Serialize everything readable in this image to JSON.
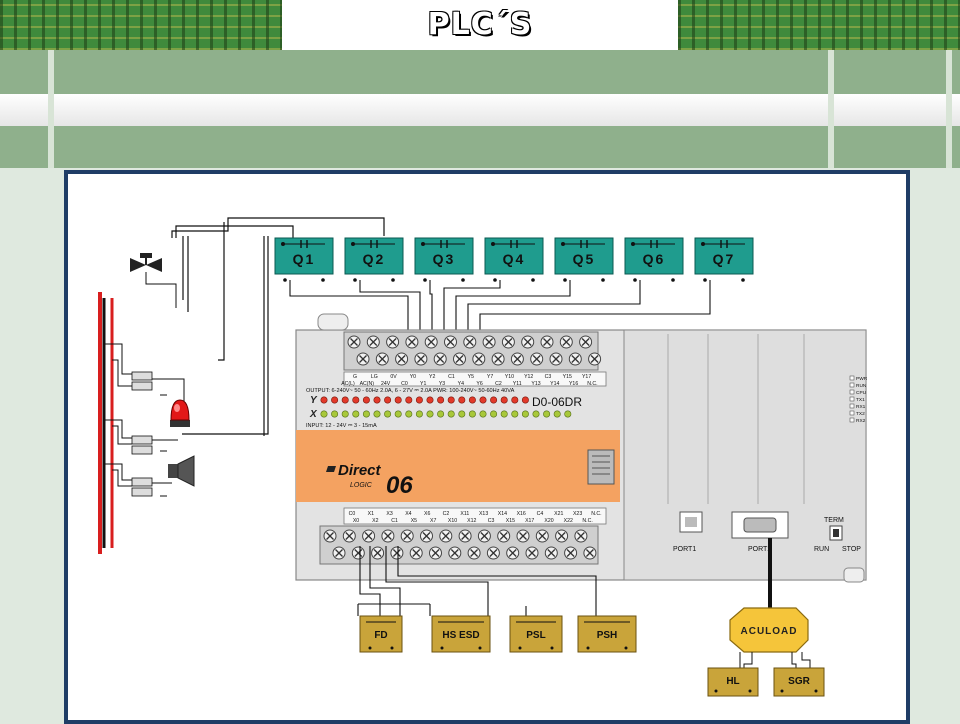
{
  "header": {
    "title": "PLC´S"
  },
  "outputs": [
    {
      "id": "q1",
      "label": "Q1"
    },
    {
      "id": "q2",
      "label": "Q2"
    },
    {
      "id": "q3",
      "label": "Q3"
    },
    {
      "id": "q4",
      "label": "Q4"
    },
    {
      "id": "q5",
      "label": "Q5"
    },
    {
      "id": "q6",
      "label": "Q6"
    },
    {
      "id": "q7",
      "label": "Q7"
    }
  ],
  "plc": {
    "model": "D0-06DR",
    "brand": "Direct",
    "brand_sub": "LOGIC",
    "series": "06",
    "output_spec": "OUTPUT: 6-240V~  50 - 60Hz  2.0A,  6 - 27V ⎓  2.0A   PWR: 100-240V~  50-60Hz 40VA",
    "input_spec": "INPUT: 12 - 24V ⎓  3 - 15mA",
    "row_y": "Y",
    "row_x": "X",
    "top_terminals_1": [
      "G",
      "LG",
      "0V",
      "Y0",
      "Y2",
      "C1",
      "Y5",
      "Y7",
      "Y10",
      "Y12",
      "C3",
      "Y15",
      "Y17"
    ],
    "top_terminals_2": [
      "AC(L)",
      "AC(N)",
      "24V",
      "C0",
      "Y1",
      "Y3",
      "Y4",
      "Y6",
      "C2",
      "Y11",
      "Y13",
      "Y14",
      "Y16",
      "N.C."
    ],
    "bottom_terminals_1": [
      "C0",
      "X1",
      "X3",
      "X4",
      "X6",
      "C2",
      "X11",
      "X13",
      "X14",
      "X16",
      "C4",
      "X21",
      "X23",
      "N.C."
    ],
    "bottom_terminals_2": [
      "X0",
      "X2",
      "C1",
      "X5",
      "X7",
      "X10",
      "X12",
      "C3",
      "X15",
      "X17",
      "X20",
      "X22",
      "N.C."
    ],
    "status_leds": [
      "PWR",
      "RUN",
      "CPU",
      "TX1",
      "RX1",
      "TX2",
      "RX2"
    ],
    "port1": "PORT1",
    "port2": "PORT2",
    "term": "TERM",
    "run": "RUN",
    "stop": "STOP"
  },
  "inputs": [
    {
      "id": "fd",
      "label": "FD"
    },
    {
      "id": "hsesd",
      "label": "HS ESD"
    },
    {
      "id": "psl",
      "label": "PSL"
    },
    {
      "id": "psh",
      "label": "PSH"
    }
  ],
  "acuload": {
    "label": "ACULOAD"
  },
  "acuload_outputs": [
    {
      "id": "hl",
      "label": "HL"
    },
    {
      "id": "sgr",
      "label": "SGR"
    }
  ],
  "colors": {
    "box": "#1f9c8e",
    "input_box": "#c9a43a",
    "frame": "#1f3d66",
    "plc_orange": "#f4a261"
  }
}
